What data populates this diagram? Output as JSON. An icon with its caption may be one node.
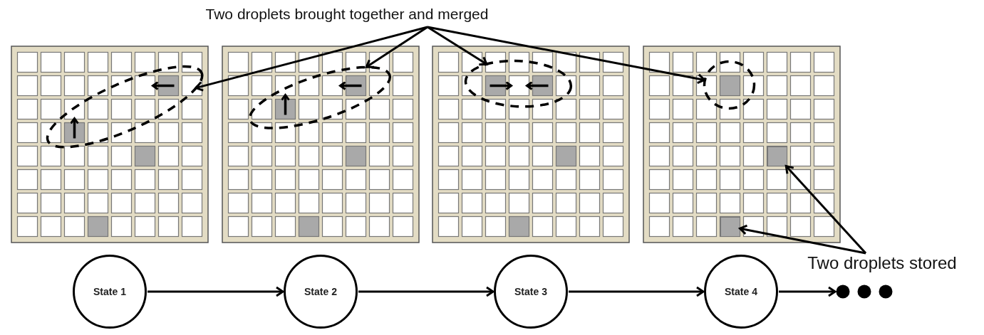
{
  "diagram": {
    "nodes": [
      {
        "text": [
          "Two droplets brought together and merged"
        ]
      },
      {
        "text": [],
        "shape": "ellipse"
      },
      {
        "text": [],
        "shape": "ellipse"
      },
      {
        "text": [],
        "shape": "ellipse"
      },
      {
        "text": [],
        "shape": "ellipse"
      },
      {
        "text": [
          "Two droplets stored"
        ]
      },
      {
        "text": [],
        "shape": "box"
      },
      {
        "text": [],
        "shape": "box"
      },
      {
        "text": [
          "State 1"
        ]
      },
      {
        "text": [
          "State 2"
        ]
      },
      {
        "text": [
          "State 3"
        ]
      },
      {
        "text": [
          "State 4"
        ]
      },
      {
        "text": [],
        "shape": "dots"
      }
    ],
    "edges": [
      {
        "from": 0,
        "to": 1,
        "arrow": "to"
      },
      {
        "from": 0,
        "to": 2,
        "arrow": "to"
      },
      {
        "from": 0,
        "to": 3,
        "arrow": "to"
      },
      {
        "from": 0,
        "to": 4,
        "arrow": "to"
      },
      {
        "from": 5,
        "to": 6,
        "arrow": "to"
      },
      {
        "from": 5,
        "to": 7,
        "arrow": "to"
      },
      {
        "from": 8,
        "to": 9,
        "arrow": "to"
      },
      {
        "from": 9,
        "to": 10,
        "arrow": "to"
      },
      {
        "from": 10,
        "to": 11,
        "arrow": "to"
      },
      {
        "from": 11,
        "to": 12,
        "arrow": "to"
      }
    ]
  }
}
